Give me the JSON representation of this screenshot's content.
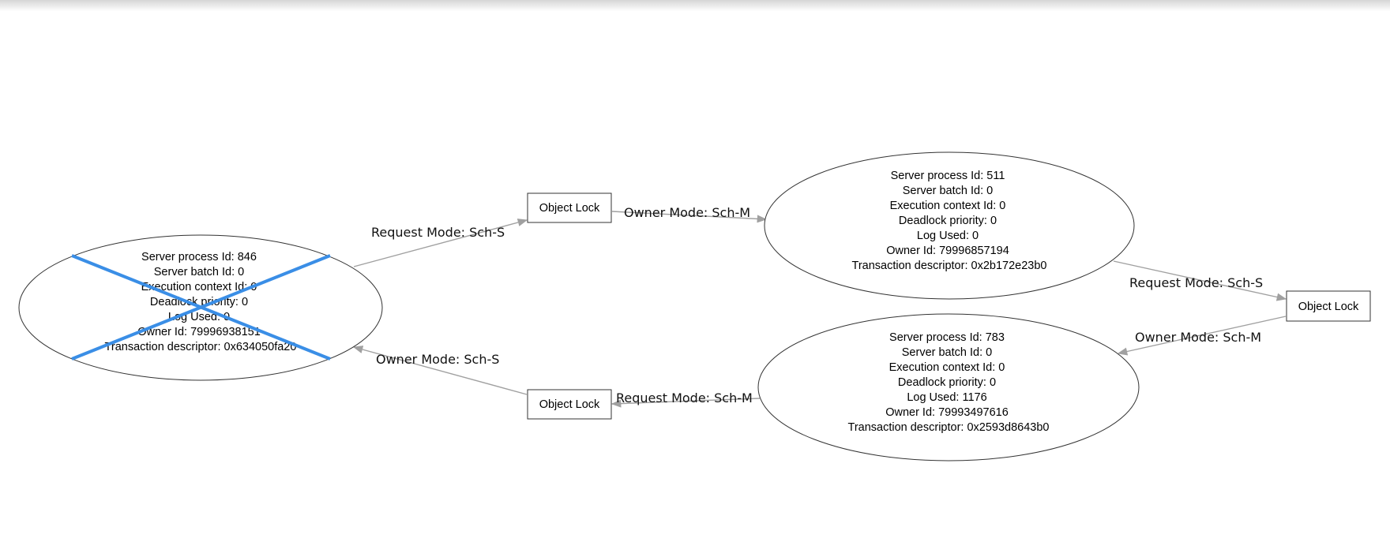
{
  "processes": {
    "victim": {
      "lines": [
        "Server process Id: 846",
        "Server batch Id: 0",
        "Execution context Id: 0",
        "Deadlock priority: 0",
        "Log Used: 0",
        "Owner Id: 79996938151",
        "Transaction descriptor: 0x634050fa20"
      ],
      "is_victim": true
    },
    "p511": {
      "lines": [
        "Server process Id: 511",
        "Server batch Id: 0",
        "Execution context Id: 0",
        "Deadlock priority: 0",
        "Log Used: 0",
        "Owner Id: 79996857194",
        "Transaction descriptor: 0x2b172e23b0"
      ]
    },
    "p783": {
      "lines": [
        "Server process Id: 783",
        "Server batch Id: 0",
        "Execution context Id: 0",
        "Deadlock priority: 0",
        "Log Used: 1176",
        "Owner Id: 79993497616",
        "Transaction descriptor: 0x2593d8643b0"
      ]
    }
  },
  "locks": {
    "top": "Object Lock",
    "right": "Object Lock",
    "bottom": "Object Lock"
  },
  "edges": {
    "victim_to_top": "Request Mode: Sch-S",
    "top_to_p511": "Owner Mode: Sch-M",
    "p511_to_right": "Request Mode: Sch-S",
    "right_to_p783": "Owner Mode: Sch-M",
    "p783_to_bottom": "Request Mode: Sch-M",
    "bottom_to_victim": "Owner Mode: Sch-S"
  },
  "colors": {
    "victim_cross": "#3a8ee6",
    "edge": "#a0a0a0",
    "outline": "#333333"
  }
}
